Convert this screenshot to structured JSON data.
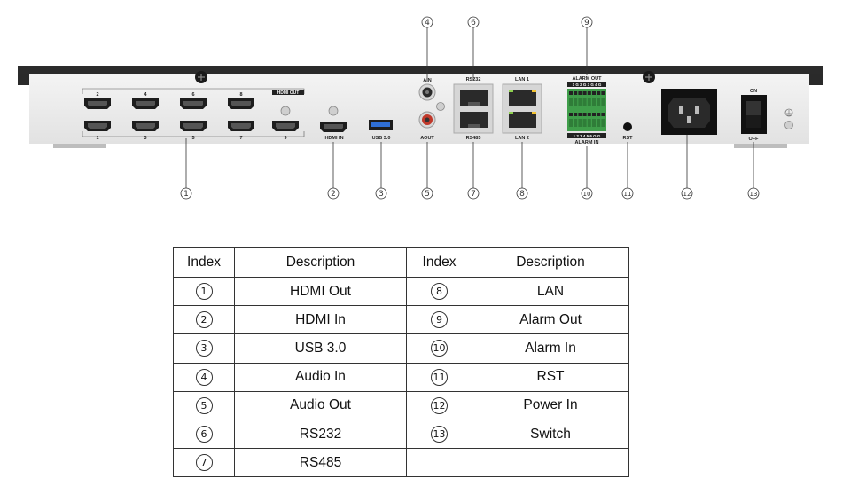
{
  "panel": {
    "hdmi_out_label": "HDMI OUT",
    "hdmi_top_nums": [
      "2",
      "4",
      "6",
      "8"
    ],
    "hdmi_bottom_nums": [
      "1",
      "3",
      "5",
      "7",
      "9"
    ],
    "hdmi_in_label": "HDMI IN",
    "usb_label": "USB 3.0",
    "ain_label": "AIN",
    "aout_label": "AOUT",
    "rs232_label": "RS232",
    "rs485_label": "RS485",
    "lan1_label": "LAN 1",
    "lan2_label": "LAN 2",
    "alarm_out_label": "ALARM OUT",
    "alarm_out_pins": "1 G 2 G 3 G 4 G",
    "alarm_in_label": "ALARM IN",
    "alarm_in_pins": "1 2 3 4 5 6 G G",
    "rst_label": "RST",
    "on_label": "ON",
    "off_label": "OFF"
  },
  "callouts": [
    "1",
    "2",
    "3",
    "4",
    "5",
    "6",
    "7",
    "8",
    "9",
    "10",
    "11",
    "12",
    "13"
  ],
  "table": {
    "headers": [
      "Index",
      "Description",
      "Index",
      "Description"
    ],
    "rows": [
      [
        "1",
        "HDMI Out",
        "8",
        "LAN"
      ],
      [
        "2",
        "HDMI In",
        "9",
        "Alarm Out"
      ],
      [
        "3",
        "USB 3.0",
        "10",
        "Alarm In"
      ],
      [
        "4",
        "Audio In",
        "11",
        "RST"
      ],
      [
        "5",
        "Audio Out",
        "12",
        "Power In"
      ],
      [
        "6",
        "RS232",
        "13",
        "Switch"
      ],
      [
        "7",
        "RS485",
        "",
        ""
      ]
    ]
  }
}
